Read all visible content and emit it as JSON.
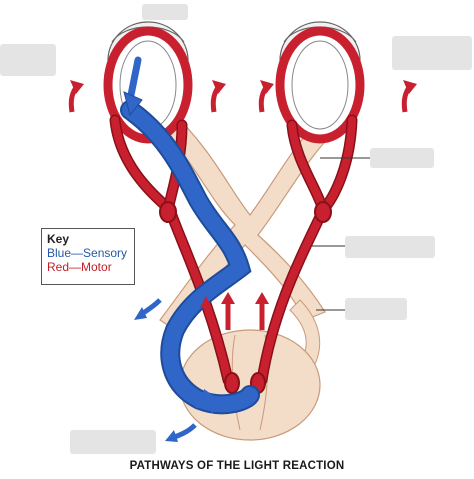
{
  "key": {
    "title": "Key",
    "blue_entry": "Blue—Sensory",
    "red_entry": "Red—Motor"
  },
  "caption": "PATHWAYS OF THE LIGHT REACTION",
  "colors": {
    "sensory": "#2f66c7",
    "motor": "#c8202e",
    "neural_tissue": "#f3dcc8",
    "label_mask": "#e4e4e4"
  }
}
